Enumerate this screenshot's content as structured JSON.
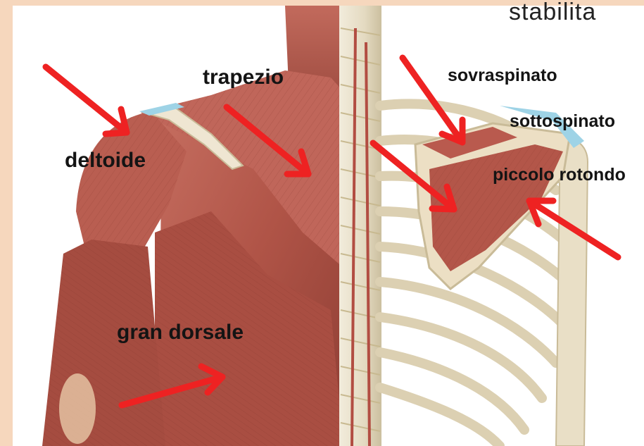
{
  "labels": {
    "stabilita": "stabilita",
    "trapezio": "trapezio",
    "sovraspinato": "sovraspinato",
    "sottospinato": "sottospinato",
    "deltoide": "deltoide",
    "piccolo_rotondo": "piccolo rotondo",
    "gran_dorsale": "gran dorsale"
  },
  "colors": {
    "background": "#f6d7bd",
    "muscle": "#b45a4e",
    "bone": "#ece4d0",
    "arrow": "#ee2222",
    "cartilage": "#9ed3e6"
  }
}
